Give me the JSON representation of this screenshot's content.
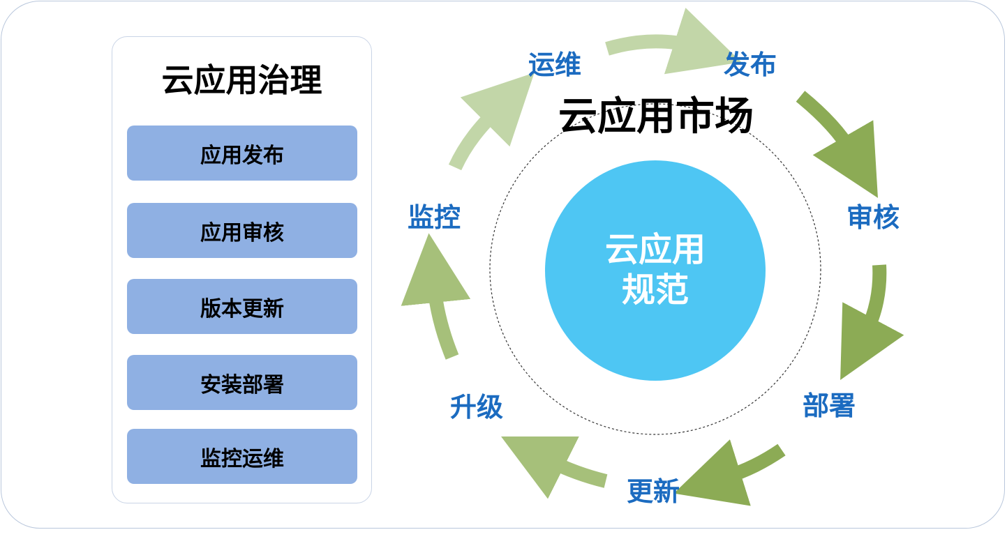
{
  "governance": {
    "title": "云应用治理",
    "items": [
      "应用发布",
      "应用审核",
      "版本更新",
      "安装部署",
      "监控运维"
    ]
  },
  "market": {
    "title": "云应用市场",
    "center_line1": "云应用",
    "center_line2": "规范"
  },
  "cycle": {
    "stages": [
      "运维",
      "发布",
      "审核",
      "部署",
      "更新",
      "升级",
      "监控"
    ]
  },
  "colors": {
    "stage_text": "#1b6bc0",
    "panel_item": "#8fb0e3",
    "center_circle": "#4ec6f3",
    "arrow_dark": "#8cab55",
    "arrow_light": "#c2d6a8"
  }
}
